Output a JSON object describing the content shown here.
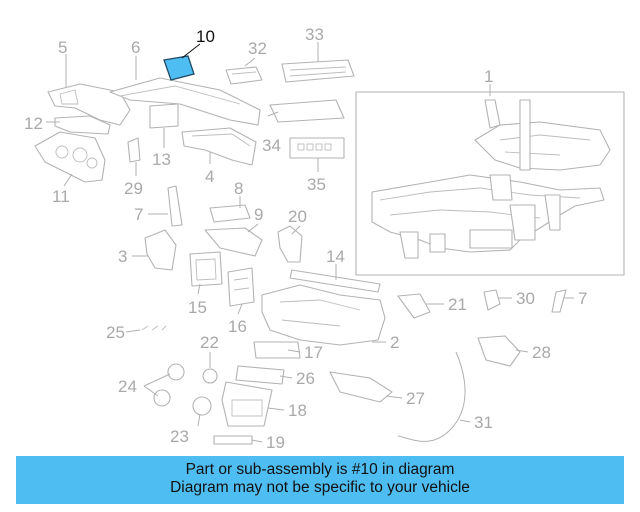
{
  "diagram": {
    "highlight_color": "#4ebdf2",
    "highlighted_part": "10",
    "callouts": [
      "10",
      "6",
      "5",
      "32",
      "33",
      "1",
      "12",
      "13",
      "34",
      "11",
      "29",
      "4",
      "35",
      "8",
      "7",
      "9",
      "20",
      "3",
      "14",
      "15",
      "21",
      "30",
      "7",
      "25",
      "16",
      "2",
      "22",
      "17",
      "28",
      "24",
      "26",
      "27",
      "18",
      "23",
      "31",
      "19"
    ]
  },
  "banner": {
    "line1": "Part or sub-assembly is #10 in diagram",
    "line2": "Diagram may not be specific to your vehicle",
    "color": "#4ebdf2"
  }
}
